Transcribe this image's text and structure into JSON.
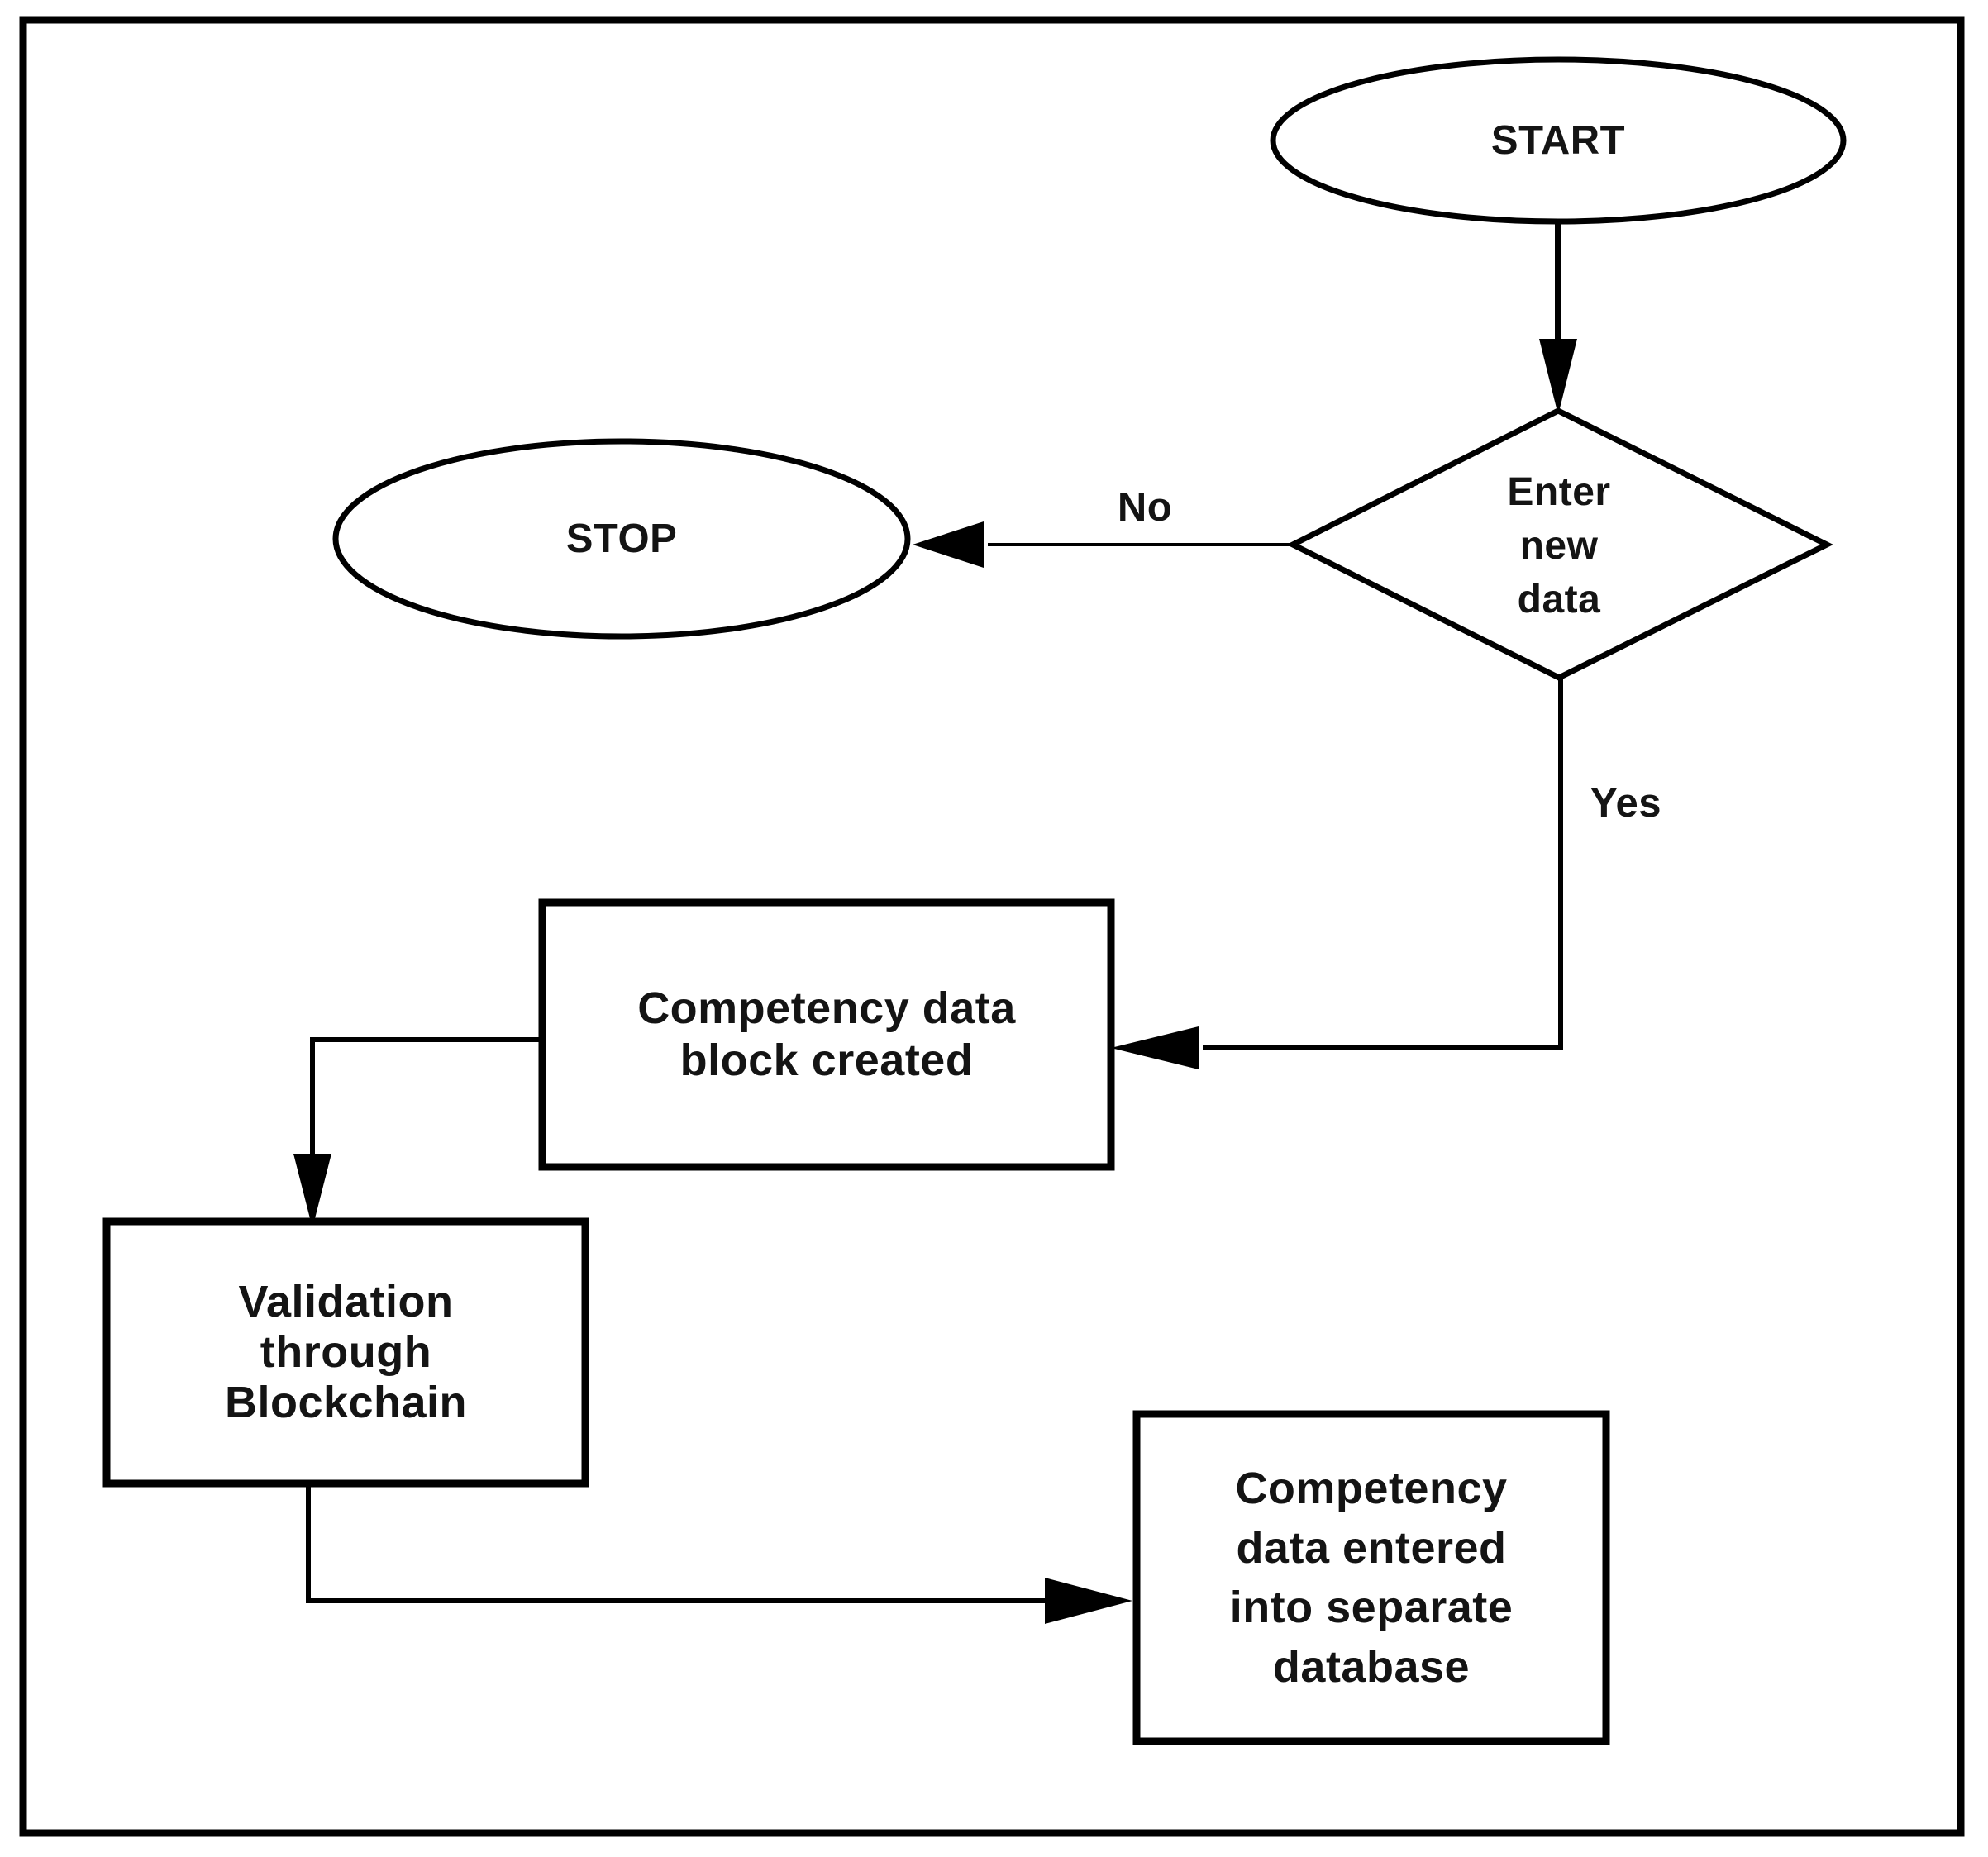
{
  "diagram": {
    "type": "flowchart",
    "title": "",
    "colors": {
      "stroke": "#000000",
      "background": "#ffffff",
      "text": "#141414"
    },
    "nodes": [
      {
        "id": "start",
        "shape": "ellipse",
        "label": "START"
      },
      {
        "id": "decision",
        "shape": "diamond",
        "label": "Enter\nnew\ndata"
      },
      {
        "id": "stop",
        "shape": "ellipse",
        "label": "STOP"
      },
      {
        "id": "block_created",
        "shape": "rectangle",
        "label": "Competency data\nblock created"
      },
      {
        "id": "validation",
        "shape": "rectangle",
        "label": "Validation\nthrough\nBlockchain"
      },
      {
        "id": "database",
        "shape": "rectangle",
        "label": "Competency\ndata entered\ninto separate\ndatabase"
      }
    ],
    "edges": [
      {
        "from": "start",
        "to": "decision",
        "label": ""
      },
      {
        "from": "decision",
        "to": "stop",
        "label": "No"
      },
      {
        "from": "decision",
        "to": "block_created",
        "label": "Yes"
      },
      {
        "from": "block_created",
        "to": "validation",
        "label": ""
      },
      {
        "from": "validation",
        "to": "database",
        "label": ""
      }
    ]
  }
}
